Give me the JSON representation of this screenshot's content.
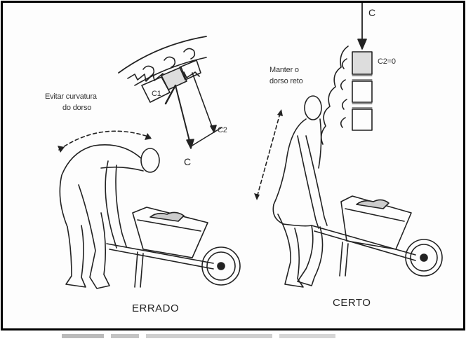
{
  "labels": {
    "wrong_caption": "ERRADO",
    "right_caption": "CERTO",
    "wrong_note_line1": "Evitar curvatura",
    "wrong_note_line2": "do dorso",
    "right_note_line1": "Manter o",
    "right_note_line2": "dorso reto",
    "force_c_left": "C",
    "force_c1": "C1",
    "force_c2": "C2",
    "force_c_right": "C",
    "force_c2_zero": "C2=0"
  },
  "colors": {
    "line": "#222222",
    "frame": "#000000",
    "shade": "#888888"
  }
}
